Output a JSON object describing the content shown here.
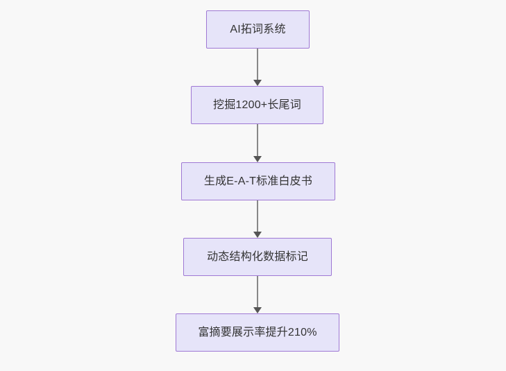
{
  "diagram": {
    "type": "flowchart",
    "direction": "top-to-bottom",
    "background_color": "#f8f8f8",
    "node_fill_color": "#e6e4f9",
    "node_border_color": "#9f78d4",
    "node_text_color": "#333333",
    "edge_color": "#888888",
    "nodes": [
      {
        "id": "n1",
        "label": "AI拓词系统"
      },
      {
        "id": "n2",
        "label": "挖掘1200+长尾词"
      },
      {
        "id": "n3",
        "label": "生成E-A-T标准白皮书"
      },
      {
        "id": "n4",
        "label": "动态结构化数据标记"
      },
      {
        "id": "n5",
        "label": "富摘要展示率提升210%"
      }
    ],
    "edges": [
      {
        "from": "n1",
        "to": "n2",
        "label": ""
      },
      {
        "from": "n2",
        "to": "n3",
        "label": ""
      },
      {
        "from": "n3",
        "to": "n4",
        "label": ""
      },
      {
        "from": "n4",
        "to": "n5",
        "label": ""
      }
    ]
  }
}
